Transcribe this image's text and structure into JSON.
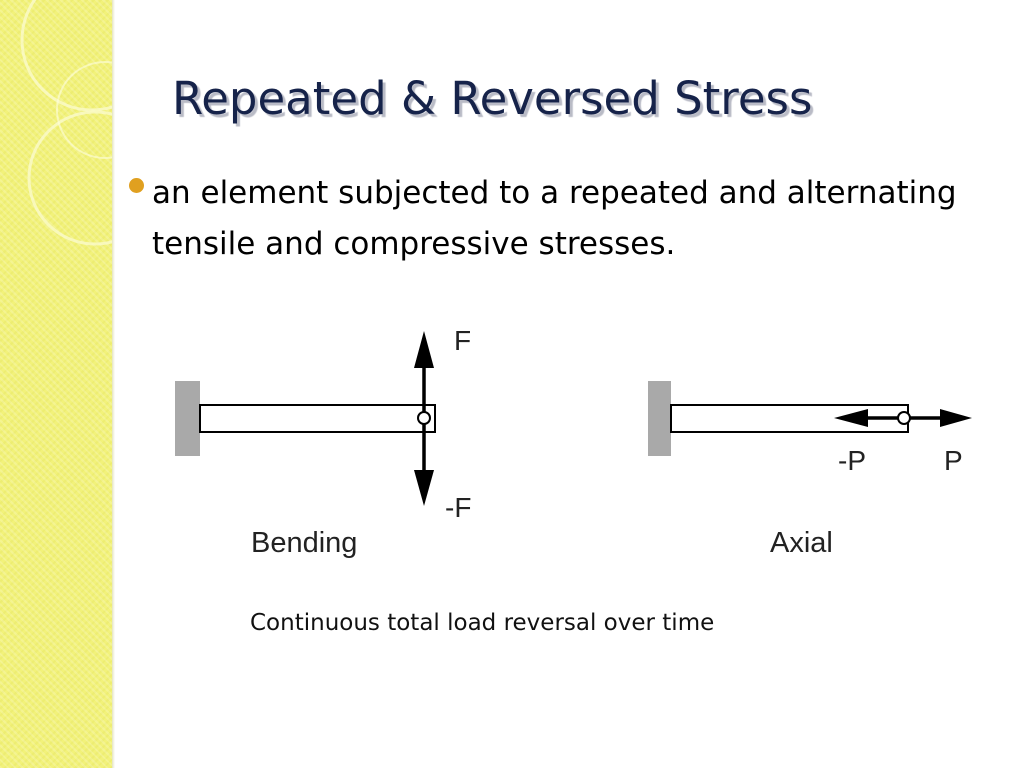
{
  "slide": {
    "title": "Repeated & Reversed Stress",
    "bullet": "an element subjected to a repeated and alternating tensile and compressive stresses.",
    "caption": "Continuous total load reversal over time"
  },
  "diagram": {
    "bending": {
      "label": "Bending",
      "force_up": "F",
      "force_down": "-F"
    },
    "axial": {
      "label": "Axial",
      "force_left": "-P",
      "force_right": "P"
    }
  },
  "colors": {
    "sidebar": "#f2f27a",
    "title": "#16234a",
    "bullet": "#e0a020",
    "wall": "#a9a9a9"
  }
}
